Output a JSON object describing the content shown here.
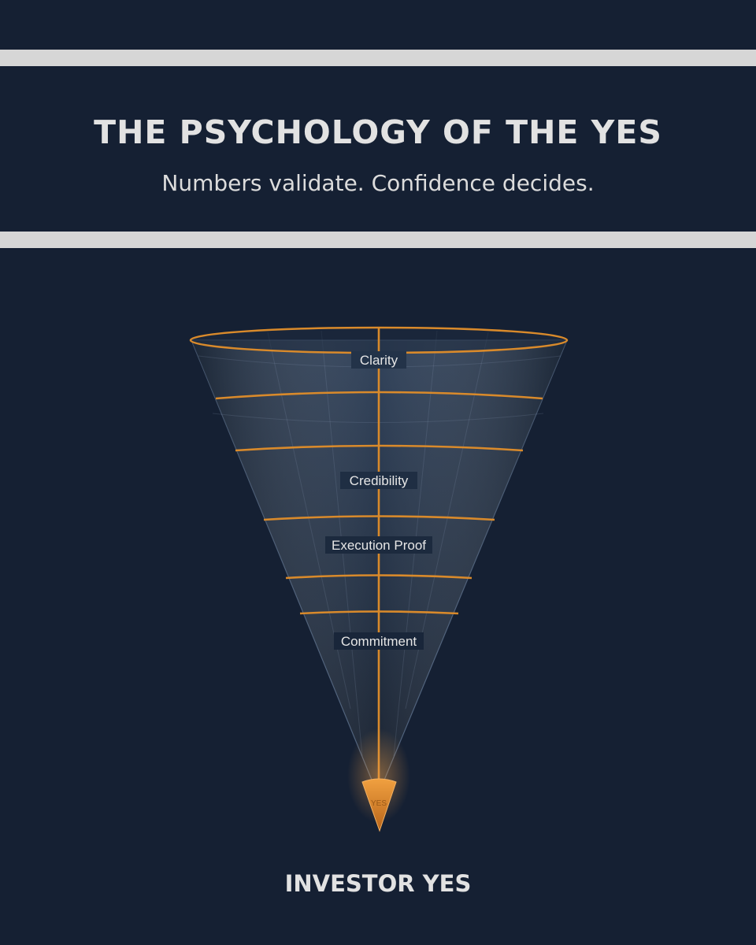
{
  "header": {
    "title": "THE PSYCHOLOGY OF THE YES",
    "subtitle": "Numbers validate. Confidence decides."
  },
  "funnel": {
    "stages": [
      "Clarity",
      "Credibility",
      "Execution Proof",
      "Commitment"
    ],
    "tip_label": "YES",
    "accent_color": "#d98a2b",
    "funnel_color": "#2a3c55"
  },
  "footer": {
    "label": "INVESTOR YES"
  }
}
